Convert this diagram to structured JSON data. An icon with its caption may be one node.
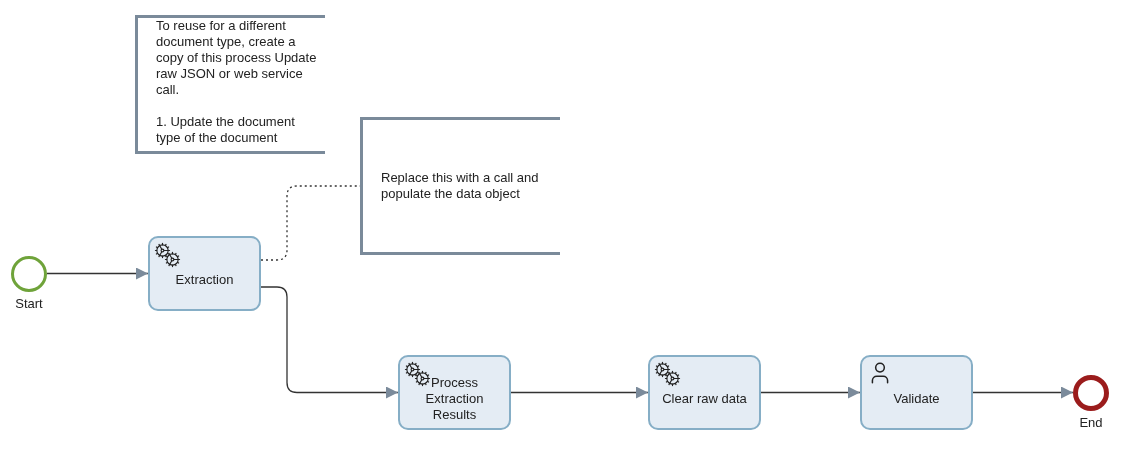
{
  "diagram": {
    "nodes": [
      {
        "text": [],
        "shape": "circle",
        "beside": [
          "Start"
        ]
      },
      {
        "text": [
          "Extraction"
        ]
      },
      {
        "text": [
          "Process Extraction Results"
        ]
      },
      {
        "text": [
          "Clear raw data"
        ]
      },
      {
        "text": [
          "Validate"
        ]
      },
      {
        "text": [],
        "shape": "circle",
        "beside": [
          "End"
        ]
      },
      {
        "text": [
          "To reuse for a different document type, create a copy of this process Update raw JSON or web service call.",
          "1. Update the document type of the document"
        ]
      },
      {
        "text": [
          "Replace this with a call and populate the data object"
        ]
      }
    ],
    "edges": [
      {
        "from": 0,
        "to": 1,
        "arrow": "to"
      },
      {
        "from": 1,
        "to": 2,
        "arrow": "to"
      },
      {
        "from": 2,
        "to": 3,
        "arrow": "to"
      },
      {
        "from": 3,
        "to": 4,
        "arrow": "to"
      },
      {
        "from": 4,
        "to": 5,
        "arrow": "to"
      },
      {
        "from": 1,
        "to": 7,
        "arrow": "none",
        "style": "dashed"
      }
    ]
  }
}
